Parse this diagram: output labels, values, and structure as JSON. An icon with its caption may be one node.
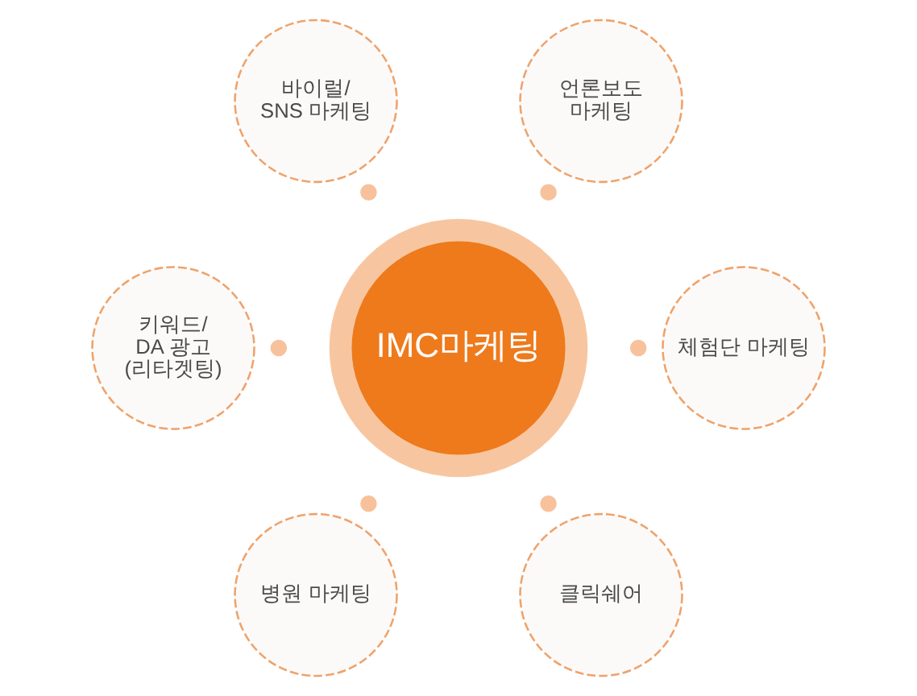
{
  "diagram": {
    "nodes": [
      {
        "text": [
          "IMC마케팅"
        ]
      },
      {
        "text": [
          "바이럴/ SNS 마케팅"
        ]
      },
      {
        "text": [
          "언론보도 마케팅"
        ]
      },
      {
        "text": [
          "키워드/ DA 광고 (리타겟팅)"
        ]
      },
      {
        "text": [
          "체험단 마케팅"
        ]
      },
      {
        "text": [
          "병원 마케팅"
        ]
      },
      {
        "text": [
          "클릭쉐어"
        ]
      }
    ]
  }
}
